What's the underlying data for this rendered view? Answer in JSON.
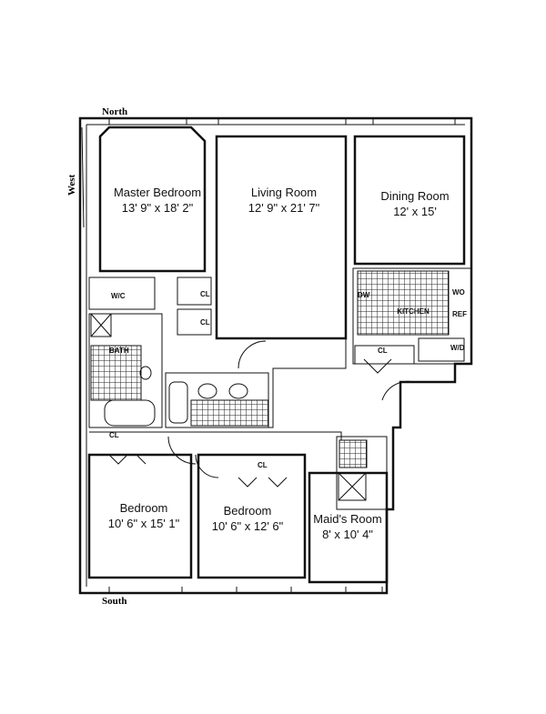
{
  "compass": {
    "north": "North",
    "south": "South",
    "west": "West"
  },
  "rooms": {
    "master_bedroom": {
      "name": "Master Bedroom",
      "dims": "13' 9\" x 18' 2\""
    },
    "living_room": {
      "name": "Living Room",
      "dims": "12' 9\" x 21' 7\""
    },
    "dining_room": {
      "name": "Dining Room",
      "dims": "12' x 15'"
    },
    "bedroom_1": {
      "name": "Bedroom",
      "dims": "10' 6\" x 15' 1\""
    },
    "bedroom_2": {
      "name": "Bedroom",
      "dims": "10' 6\" x 12' 6\""
    },
    "maids_room": {
      "name": "Maid's Room",
      "dims": "8' x 10' 4\""
    }
  },
  "fixtures": {
    "kitchen": "KITCHEN",
    "bath": "BATH",
    "wic": "W/C",
    "dw": "DW",
    "wd": "W/D",
    "wo": "WO",
    "ref": "REF",
    "cl_master_1": "CL",
    "cl_master_2": "CL",
    "cl_kitchen": "CL",
    "cl_bed1": "CL",
    "cl_bed2": "CL"
  }
}
